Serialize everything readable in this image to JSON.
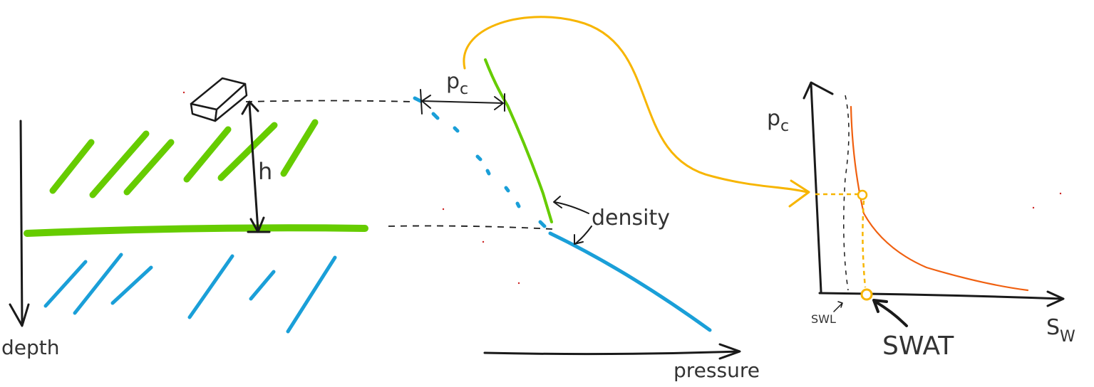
{
  "labels": {
    "depth": "depth",
    "h": "h",
    "pc_main": "p",
    "pc_main_sub": "c",
    "density": "density",
    "pressure": "pressure",
    "pc_axis": "p",
    "pc_axis_sub": "c",
    "swl": "SWL",
    "swat": "SWAT",
    "sw": "S",
    "sw_sub": "W"
  },
  "colors": {
    "ink": "#1a1a1a",
    "green": "#66cc00",
    "blue": "#1a9fd8",
    "yellow": "#f7b500",
    "orange": "#f06010"
  }
}
